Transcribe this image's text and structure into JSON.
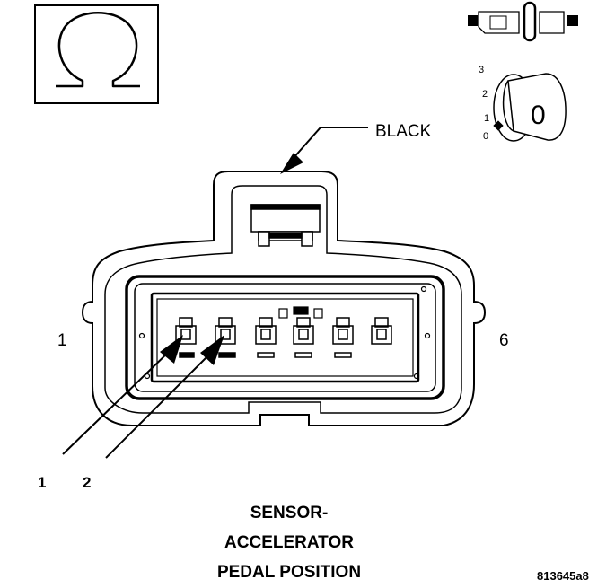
{
  "connector": {
    "color_label": "BLACK",
    "cavity_start": "1",
    "cavity_end": "6"
  },
  "callouts": [
    "1",
    "2"
  ],
  "title": {
    "line1": "SENSOR-",
    "line2": "ACCELERATOR",
    "line3": "PEDAL POSITION"
  },
  "figure_id": "813645a8",
  "ignition_key": {
    "positions": [
      "0",
      "1",
      "2",
      "3"
    ],
    "key_label": "0"
  },
  "icons": [
    "ohm-symbol-icon",
    "connector-disconnect-icon",
    "ignition-key-off-icon"
  ]
}
